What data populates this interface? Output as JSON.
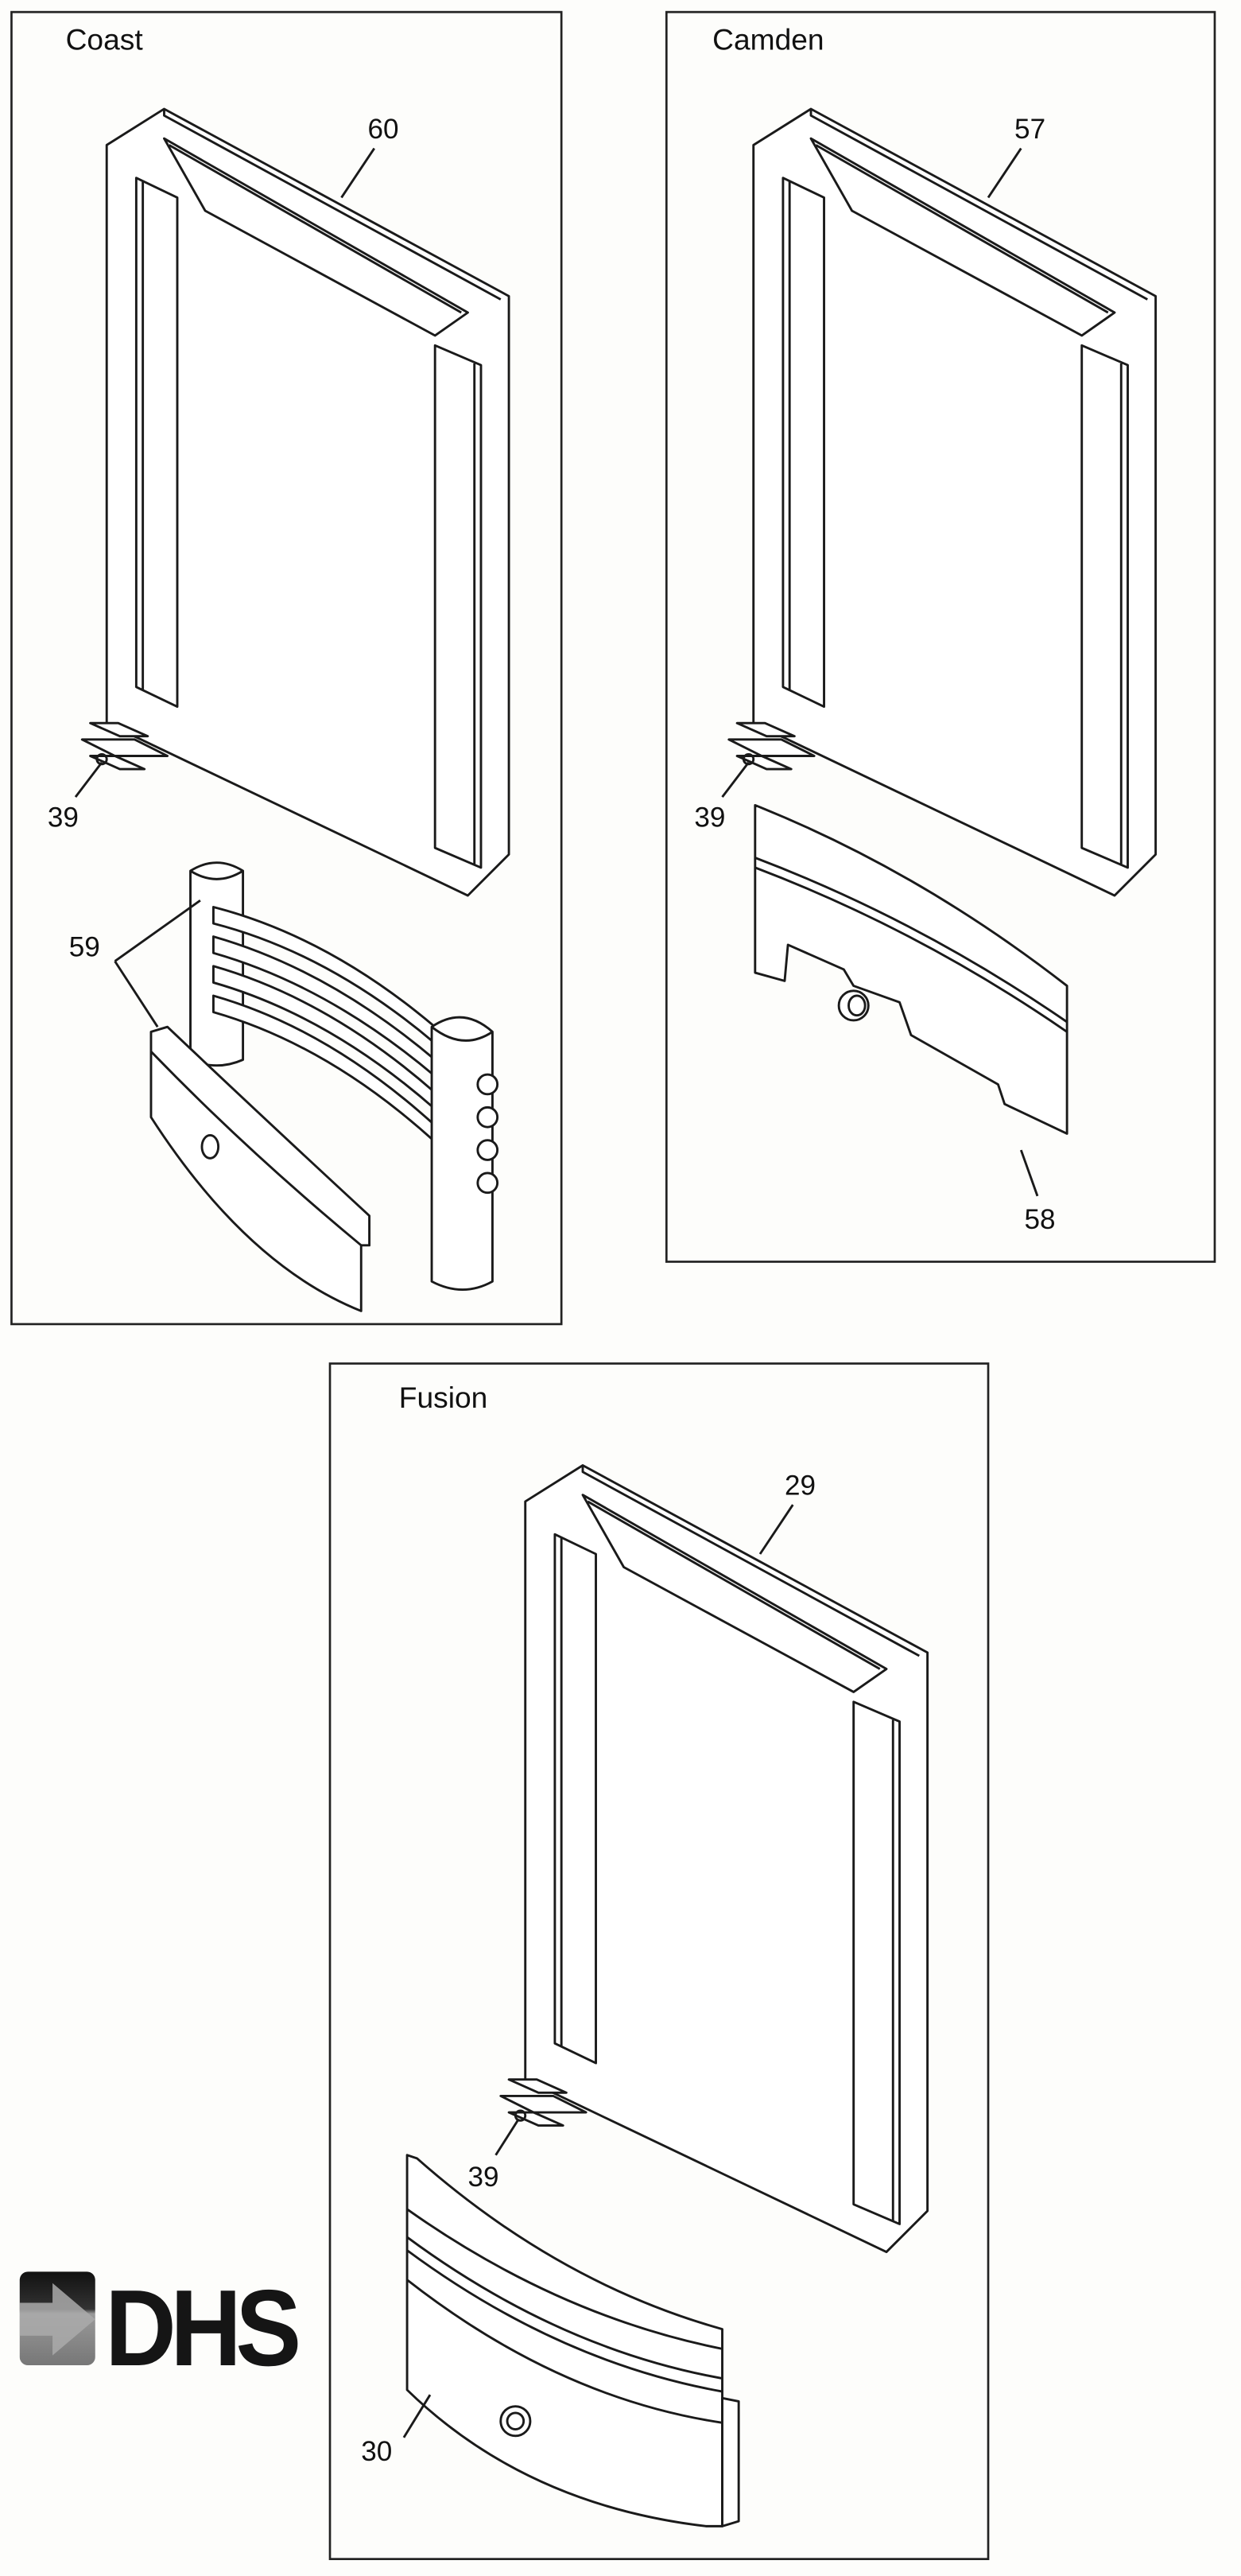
{
  "panels": [
    {
      "title": "Coast",
      "parts": {
        "frame": "60",
        "clips": "39",
        "grate": "59"
      }
    },
    {
      "title": "Camden",
      "parts": {
        "frame": "57",
        "clips": "39",
        "fret": "58"
      }
    },
    {
      "title": "Fusion",
      "parts": {
        "frame": "29",
        "clips": "39",
        "fret": "30"
      }
    }
  ],
  "logo": {
    "text": "DHS"
  },
  "colors": {
    "ink": "#1a1a1a",
    "paper": "#fdfdfb"
  }
}
